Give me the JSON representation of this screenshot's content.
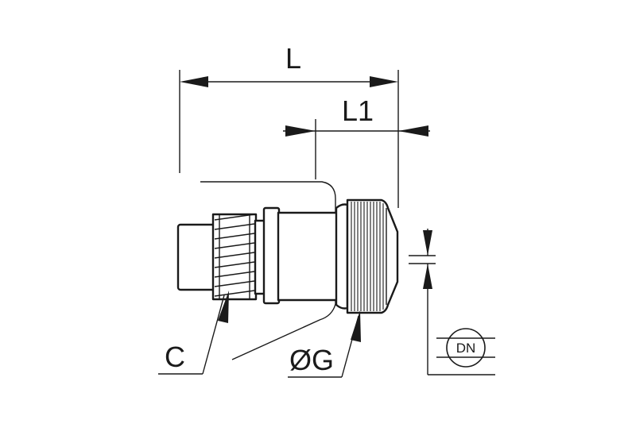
{
  "labels": {
    "length": "L",
    "length1": "L1",
    "thread": "C",
    "diameter": "ØG",
    "nominal": "DN"
  }
}
